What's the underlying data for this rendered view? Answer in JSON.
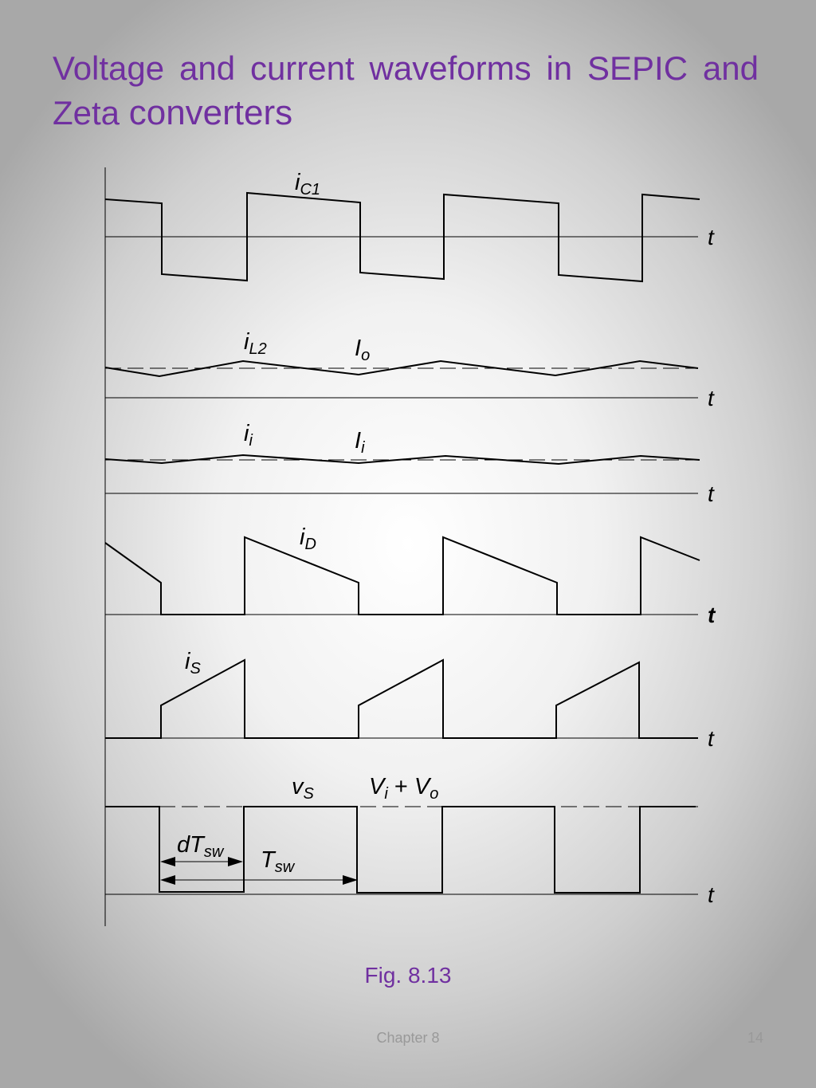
{
  "slide": {
    "title_line1": "Voltage and current waveforms in SEPIC and",
    "title_line2_a": "Zeta",
    "title_line2_b": "converters",
    "caption": "Fig. 8.13",
    "footer_chapter": "Chapter 8",
    "footer_page": "14"
  },
  "diagram": {
    "time_label": "t",
    "waveforms": [
      {
        "id": "iC1",
        "symbol": "i",
        "subscript": "C1"
      },
      {
        "id": "iL2",
        "symbol": "i",
        "subscript": "L2",
        "reference": {
          "symbol": "I",
          "subscript": "o"
        }
      },
      {
        "id": "ii",
        "symbol": "i",
        "subscript": "i",
        "reference": {
          "symbol": "I",
          "subscript": "i"
        }
      },
      {
        "id": "iD",
        "symbol": "i",
        "subscript": "D"
      },
      {
        "id": "iS",
        "symbol": "i",
        "subscript": "S"
      },
      {
        "id": "vS",
        "symbol": "v",
        "subscript": "S",
        "reference": {
          "text": "V",
          "sub1": "i",
          "plus": " + ",
          "text2": "V",
          "sub2": "o"
        }
      }
    ],
    "annotations": {
      "duty": {
        "prefix": "d",
        "symbol": "T",
        "subscript": "sw"
      },
      "period": {
        "symbol": "T",
        "subscript": "sw"
      }
    }
  }
}
